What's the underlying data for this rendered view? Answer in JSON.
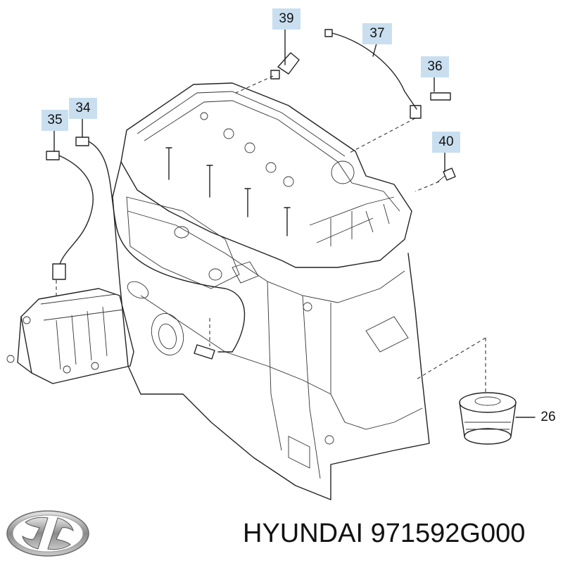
{
  "diagram": {
    "callouts": [
      {
        "id": "39",
        "label": "39"
      },
      {
        "id": "37",
        "label": "37"
      },
      {
        "id": "36",
        "label": "36"
      },
      {
        "id": "35",
        "label": "35"
      },
      {
        "id": "34",
        "label": "34"
      },
      {
        "id": "40",
        "label": "40"
      },
      {
        "id": "26",
        "label": "26"
      }
    ]
  },
  "brand": {
    "name": "HYUNDAI",
    "part_number": "971592G000",
    "logo": "hyundai-logo-icon"
  },
  "colors": {
    "callout_bg": "#c9dff0",
    "line": "#222222"
  }
}
